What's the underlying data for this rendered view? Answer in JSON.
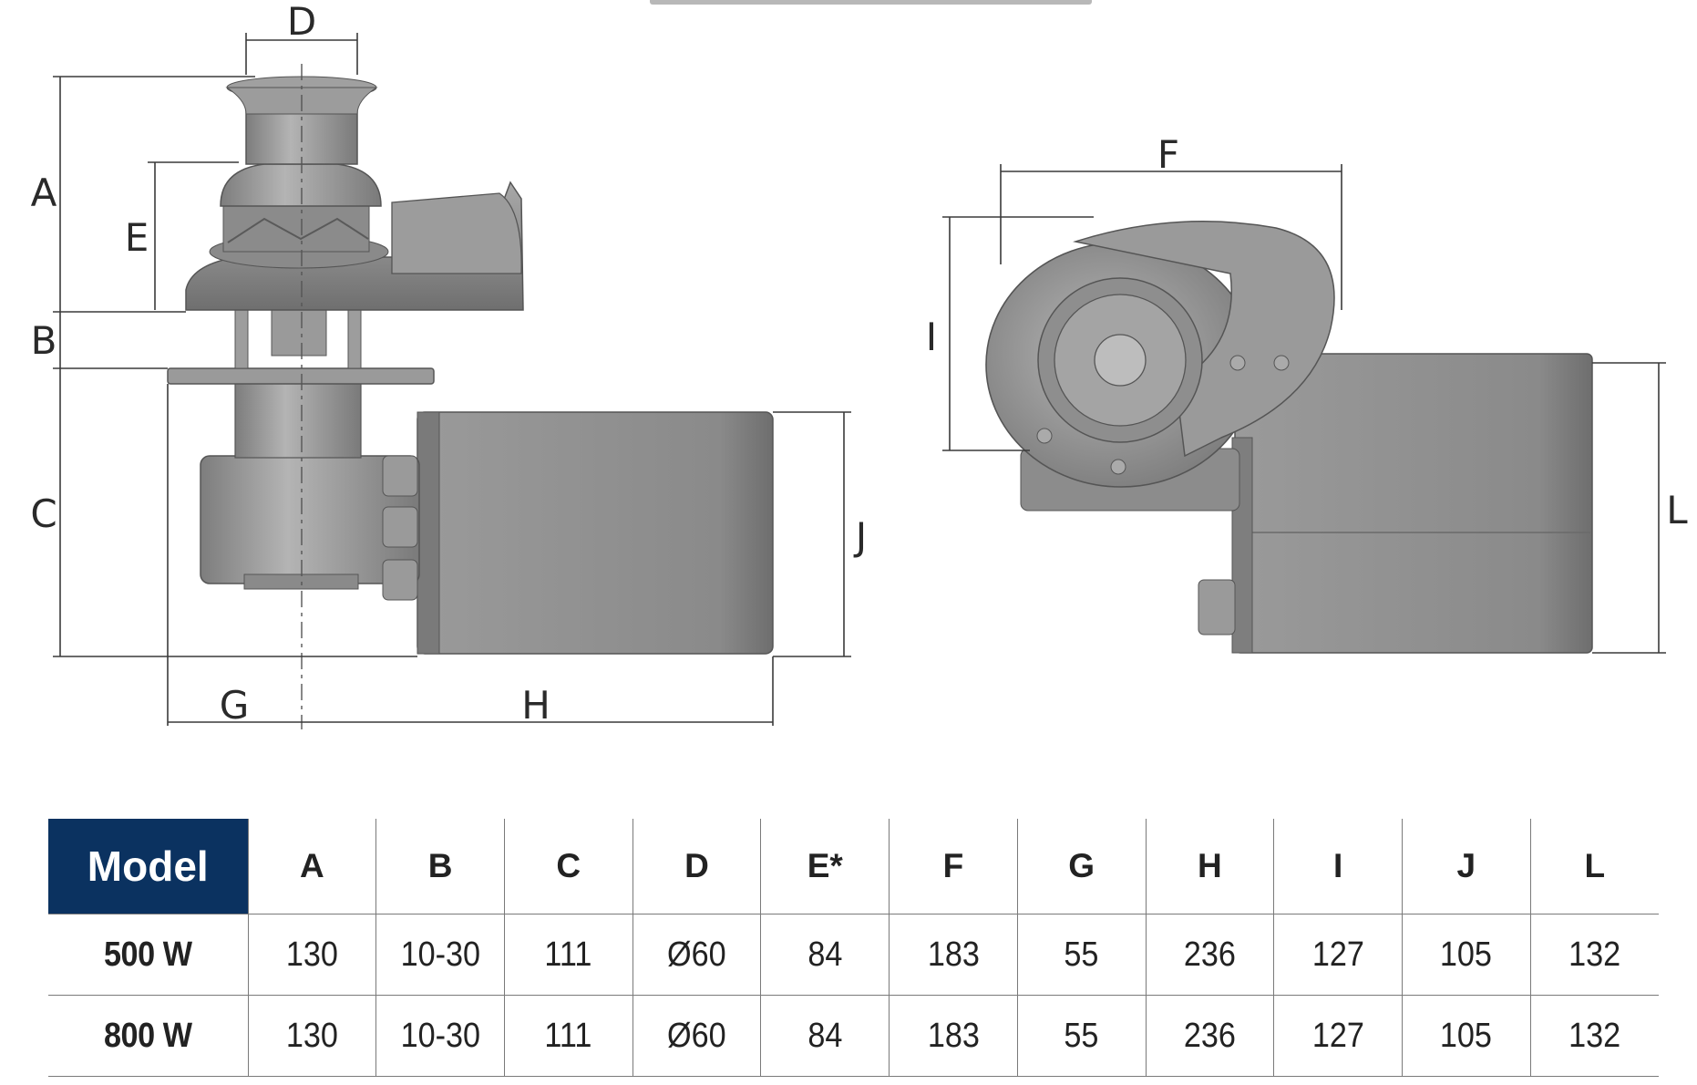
{
  "dimension_labels": {
    "A": "A",
    "B": "B",
    "C": "C",
    "D": "D",
    "E": "E",
    "F": "F",
    "G": "G",
    "H": "H",
    "I": "I",
    "J": "J",
    "L": "L"
  },
  "table": {
    "header": [
      "Model",
      "A",
      "B",
      "C",
      "D",
      "E*",
      "F",
      "G",
      "H",
      "I",
      "J",
      "L"
    ],
    "rows": [
      [
        "500 W",
        "130",
        "10-30",
        "111",
        "Ø60",
        "84",
        "183",
        "55",
        "236",
        "127",
        "105",
        "132"
      ],
      [
        "800 W",
        "130",
        "10-30",
        "111",
        "Ø60",
        "84",
        "183",
        "55",
        "236",
        "127",
        "105",
        "132"
      ]
    ]
  },
  "colors": {
    "header_bg": "#0b3260",
    "body_metal": "#8c8c8c"
  }
}
